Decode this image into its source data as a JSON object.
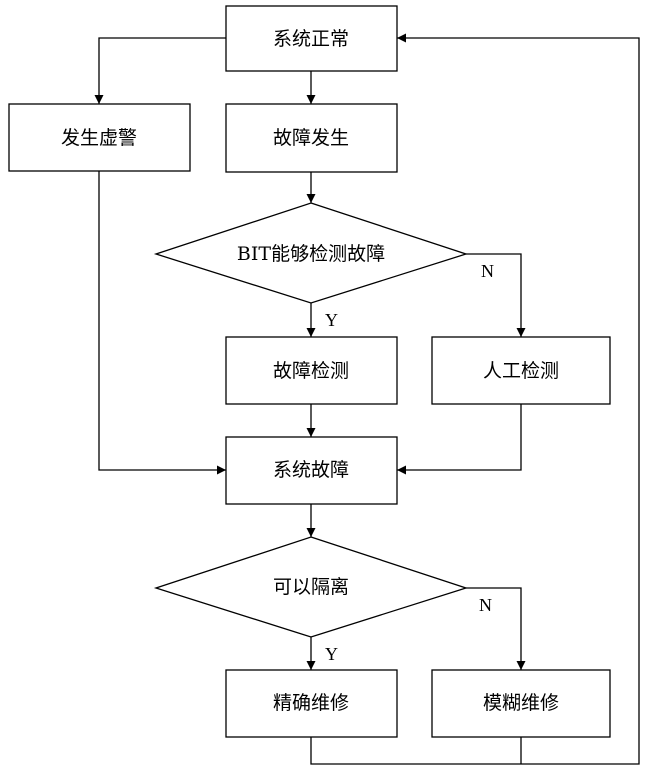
{
  "nodes": {
    "normal": "系统正常",
    "false_alarm": "发生虚警",
    "fault_occurs": "故障发生",
    "bit_check": "BIT能够检测故障",
    "fault_detect": "故障检测",
    "manual_detect": "人工检测",
    "system_fault": "系统故障",
    "isolatable": "可以隔离",
    "precise_repair": "精确维修",
    "fuzzy_repair": "模糊维修"
  },
  "labels": {
    "bit_yes": "Y",
    "bit_no": "N",
    "iso_yes": "Y",
    "iso_no": "N"
  }
}
